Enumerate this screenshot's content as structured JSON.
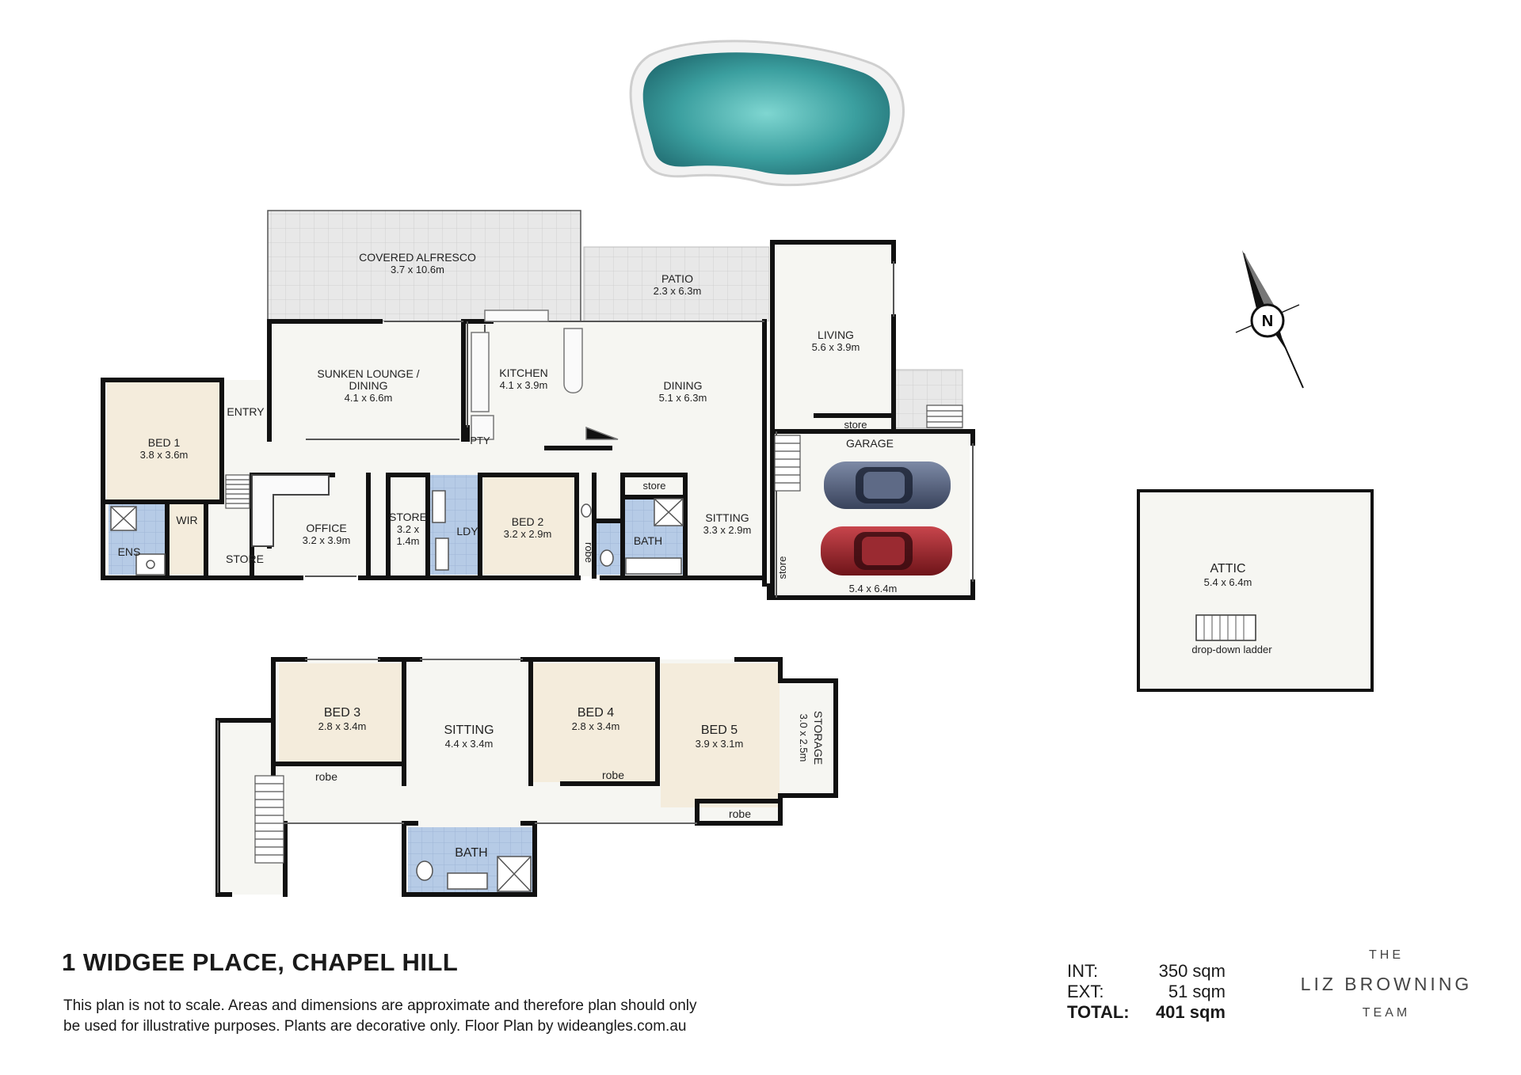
{
  "address": "1 WIDGEE PLACE, CHAPEL HILL",
  "disclaimer": [
    "This plan is not to scale. Areas and dimensions are approximate and therefore plan should only",
    "be used for illustrative purposes. Plants are decorative only. Floor Plan by wideangles.com.au"
  ],
  "areas": {
    "int_label": "INT:",
    "int_value": "350 sqm",
    "ext_label": "EXT:",
    "ext_value": "51 sqm",
    "total_label": "TOTAL:",
    "total_value": "401 sqm"
  },
  "brand": {
    "line1": "THE",
    "line2": "LIZ BROWNING",
    "line3": "TEAM"
  },
  "compass": {
    "letter": "N"
  },
  "colors": {
    "wall": "#111111",
    "beige": "#f4ecdc",
    "floor": "#f5f5f0",
    "tile": "#b9cde6",
    "outdoor": "#e9e9e9",
    "pool": "#3fa7a6"
  },
  "rooms": {
    "alfresco": {
      "name": "COVERED ALFRESCO",
      "dim": "3.7 x 10.6m"
    },
    "patio": {
      "name": "PATIO",
      "dim": "2.3 x 6.3m"
    },
    "living": {
      "name": "LIVING",
      "dim": "5.6 x 3.9m"
    },
    "lounge": {
      "name1": "SUNKEN LOUNGE /",
      "name2": "DINING",
      "dim": "4.1 x 6.6m"
    },
    "kitchen": {
      "name": "KITCHEN",
      "dim": "4.1 x 3.9m"
    },
    "dining": {
      "name": "DINING",
      "dim": "5.1 x 6.3m"
    },
    "entry": {
      "name": "ENTRY"
    },
    "bed1": {
      "name": "BED 1",
      "dim": "3.8 x 3.6m"
    },
    "pty": {
      "name": "PTY"
    },
    "office": {
      "name": "OFFICE",
      "dim": "3.2 x 3.9m"
    },
    "store_a": {
      "name": "STORE",
      "dim1": "3.2 x",
      "dim2": "1.4m"
    },
    "ldy": {
      "name": "LDY"
    },
    "bed2": {
      "name": "BED 2",
      "dim": "3.2 x 2.9m"
    },
    "robe_a": {
      "name": "robe"
    },
    "store_b": {
      "name": "store"
    },
    "bath_a": {
      "name": "BATH"
    },
    "sitting_a": {
      "name": "SITTING",
      "dim": "3.3 x 2.9m"
    },
    "wir": {
      "name": "WIR"
    },
    "ens": {
      "name": "ENS"
    },
    "store_c": {
      "name": "STORE"
    },
    "store_garage": {
      "name": "store"
    },
    "garage": {
      "name": "GARAGE",
      "dim": "5.4 x 6.4m"
    },
    "store_d": {
      "name": "store"
    },
    "attic": {
      "name": "ATTIC",
      "dim": "5.4 x 6.4m",
      "note": "drop-down ladder"
    },
    "bed3": {
      "name": "BED 3",
      "dim": "2.8 x 3.4m"
    },
    "robe_b": {
      "name": "robe"
    },
    "sitting_b": {
      "name": "SITTING",
      "dim": "4.4 x 3.4m"
    },
    "bed4": {
      "name": "BED 4",
      "dim": "2.8 x 3.4m"
    },
    "robe_c": {
      "name": "robe"
    },
    "bed5": {
      "name": "BED 5",
      "dim": "3.9 x 3.1m"
    },
    "robe_d": {
      "name": "robe"
    },
    "storage": {
      "name": "STORAGE",
      "dim": "3.0 x 2.5m"
    },
    "bath_b": {
      "name": "BATH"
    }
  }
}
